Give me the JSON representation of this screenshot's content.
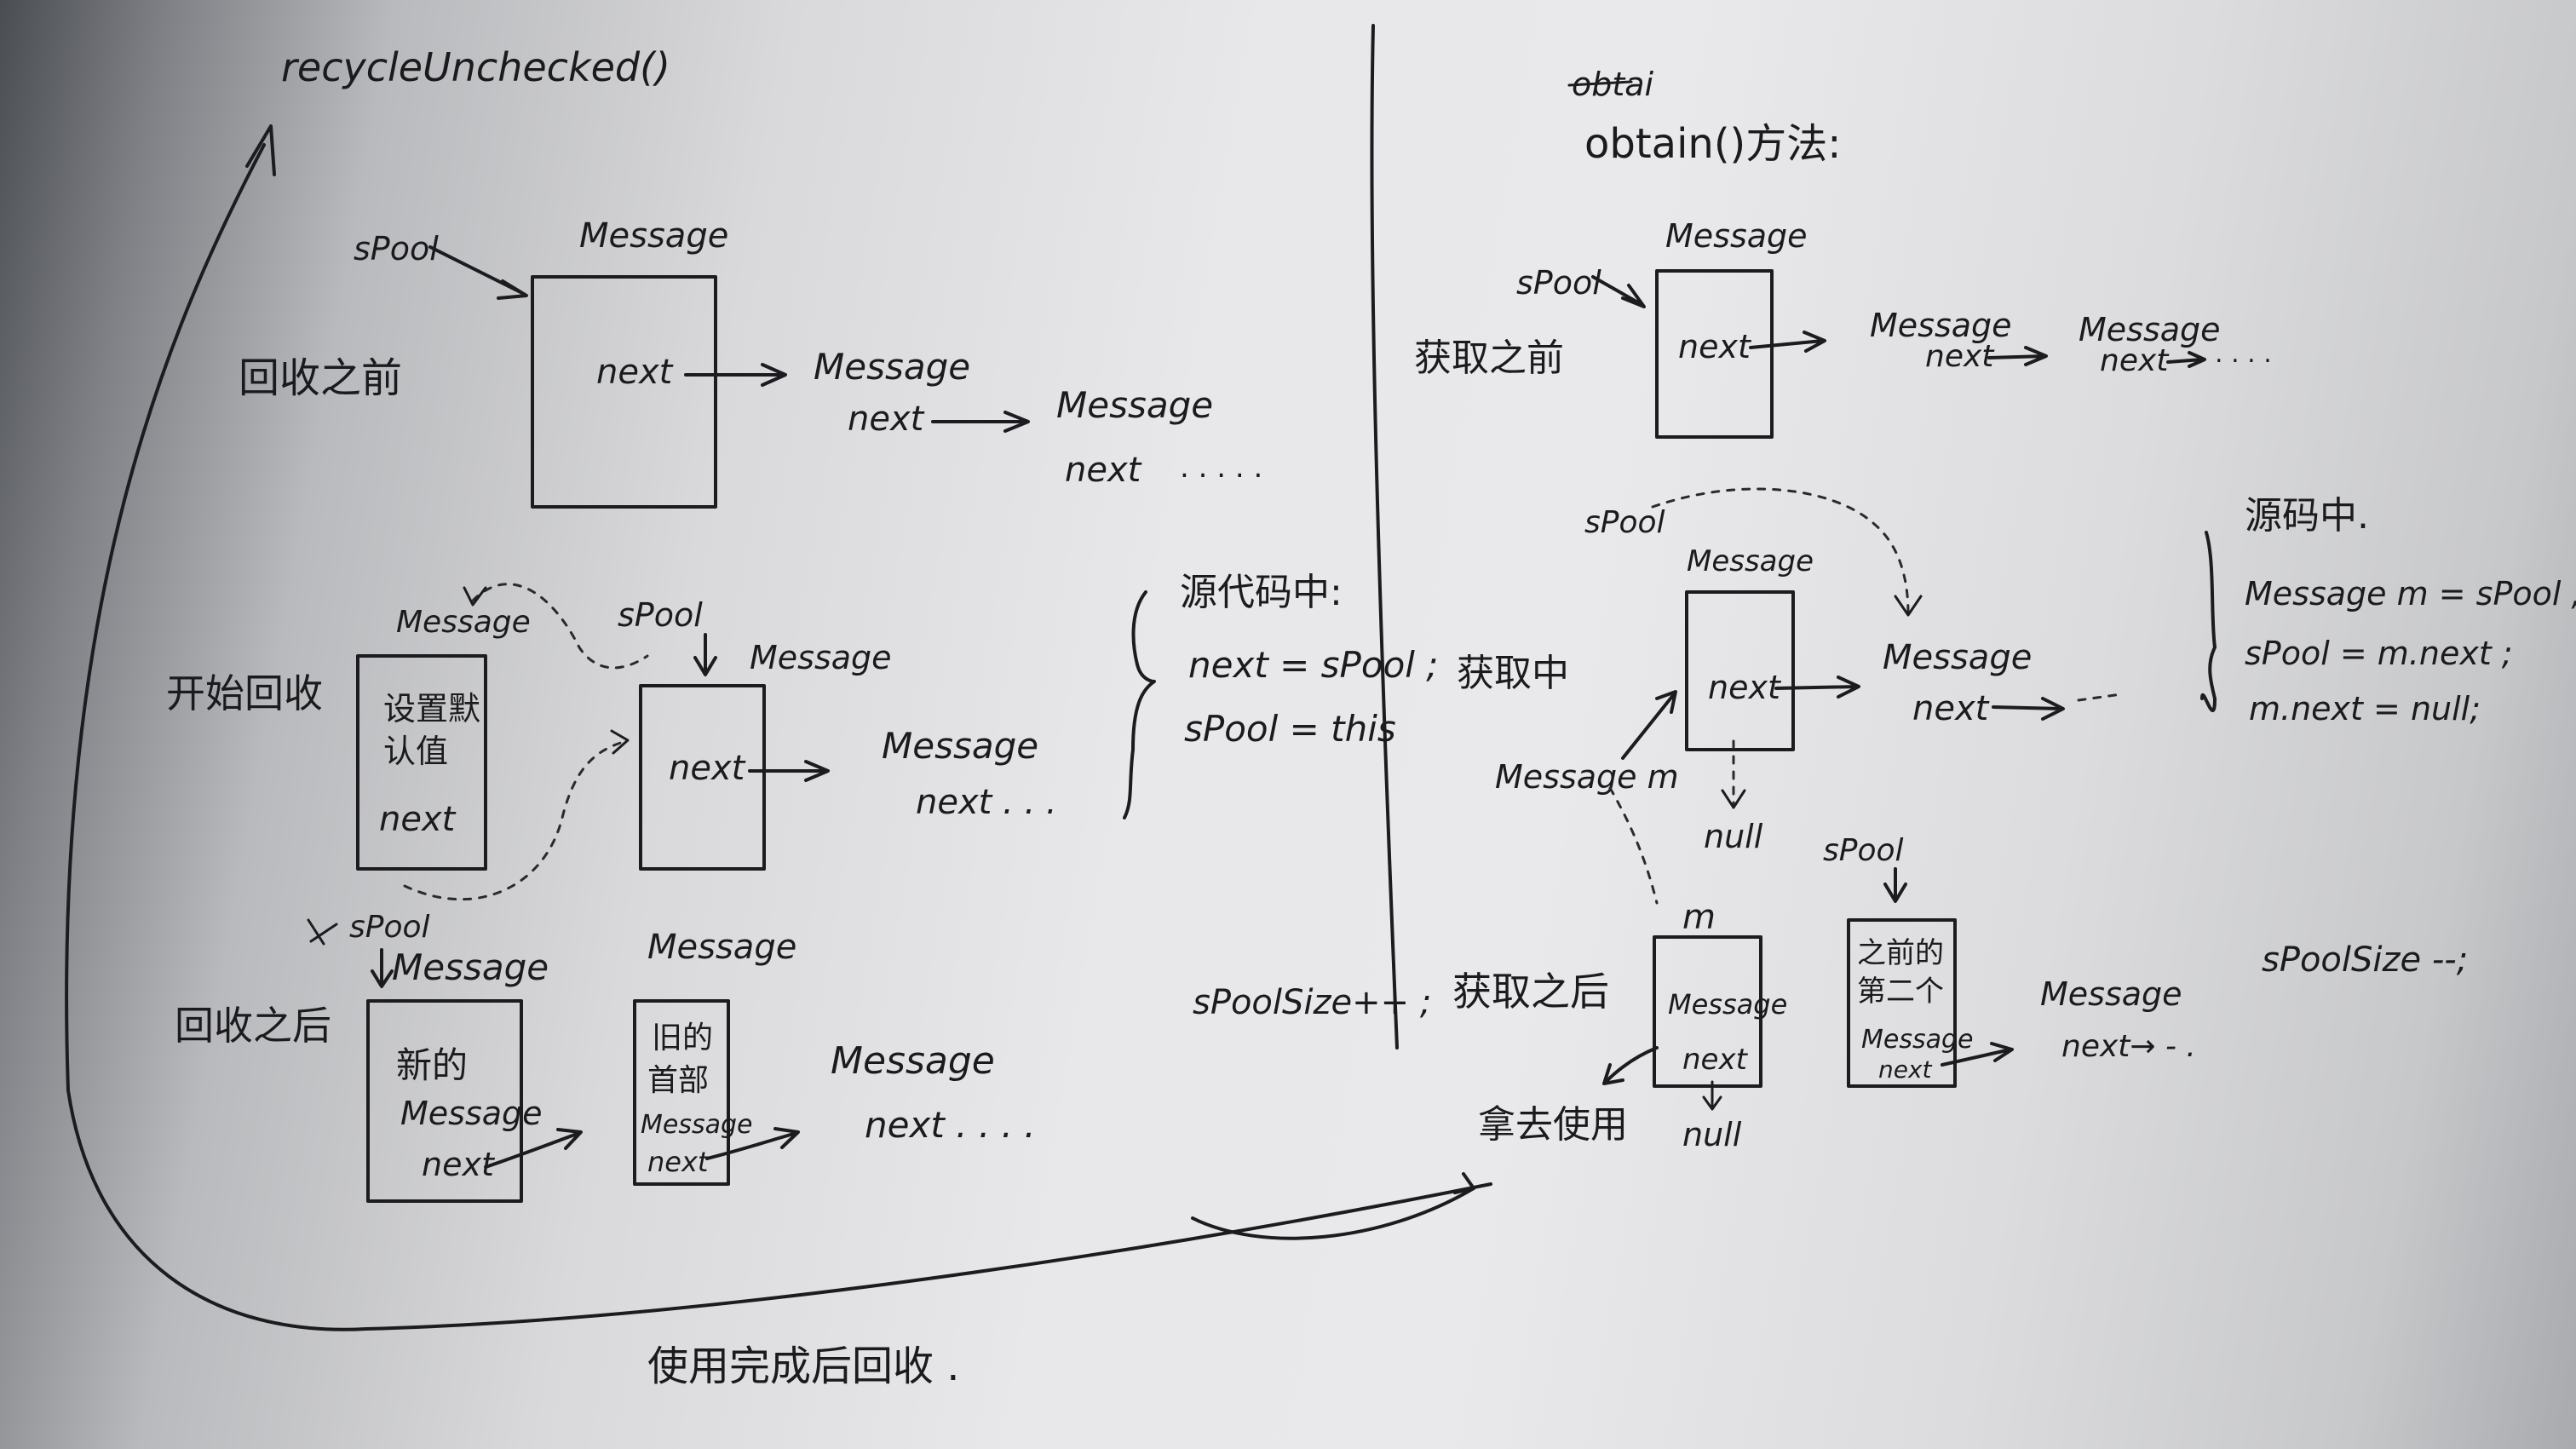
{
  "title_left": "recycleUnchecked()",
  "title_right_struck": "obtai",
  "title_right": "obtain()方法:",
  "left": {
    "before": {
      "label": "回收之前",
      "spool": "sPool",
      "msg_header": "Message",
      "box_next": "next",
      "chain_msg1": "Message",
      "chain_next1": "next",
      "chain_msg2": "Message",
      "chain_next2": "next",
      "dots": ". . . . ."
    },
    "start": {
      "label": "开始回收",
      "msg_a_header": "Message",
      "msg_a_line1": "设置默",
      "msg_a_line2": "认值",
      "msg_a_next": "next",
      "spool": "sPool",
      "msg_b_header": "Message",
      "msg_b_next": "next",
      "chain_msg": "Message",
      "chain_next": "next . . .",
      "code_title": "源代码中:",
      "code1": "next = sPool ;",
      "code2": "sPool = this"
    },
    "after": {
      "label": "回收之后",
      "spool": "sPool",
      "msg_a_header": "Message",
      "msg_a_line1": "新的",
      "msg_a_line2": "Message",
      "msg_a_next": "next",
      "msg_b_header": "Message",
      "msg_b_line1": "旧的",
      "msg_b_line2": "首部",
      "msg_b_line3": "Message",
      "msg_b_next": "next",
      "chain_msg": "Message",
      "chain_next": "next . . . .",
      "code": "sPoolSize++ ;"
    },
    "bottom_label": "使用完成后回收 ."
  },
  "right": {
    "before": {
      "label": "获取之前",
      "spool": "sPool",
      "msg_header": "Message",
      "box_next": "next",
      "chain_msg1": "Message",
      "chain_next1": "next",
      "chain_msg2": "Message",
      "chain_next2": "next",
      "dots": ". . . ."
    },
    "during": {
      "label": "获取中",
      "spool": "sPool",
      "msg_header": "Message",
      "box_next": "next",
      "chain_msg": "Message",
      "chain_next": "next",
      "null_label": "null",
      "m_label": "Message m",
      "code_title": "源码中.",
      "code1": "Message m = sPool ;",
      "code2": "sPool = m.next ;",
      "code3": "m.next = null;"
    },
    "after": {
      "label": "获取之后",
      "m_label": "m",
      "box_a_line1": "Message",
      "box_a_line2": "next",
      "null_label": "null",
      "take": "拿去使用",
      "spool": "sPool",
      "box_b_line1": "之前的",
      "box_b_line2": "第二个",
      "box_b_line3": "Message",
      "box_b_line4": "next",
      "chain_msg": "Message",
      "chain_next": "next→ - .",
      "code": "sPoolSize --;"
    }
  }
}
